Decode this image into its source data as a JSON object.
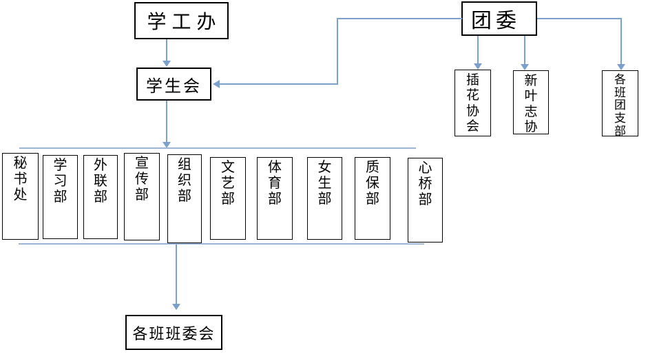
{
  "colors": {
    "line": "#7ba0ce",
    "bus": "#9cb5d5",
    "border": "#000000",
    "background": "#ffffff"
  },
  "nodes": {
    "student_affairs_office": "学工办",
    "student_union": "学生会",
    "youth_league_committee": "团委",
    "class_committees": "各班班委会"
  },
  "league_orgs": [
    {
      "label": "插花协会"
    },
    {
      "label": "新叶志协"
    },
    {
      "label": "各班团支部"
    }
  ],
  "departments": [
    {
      "label": "秘书处"
    },
    {
      "label": "学习部"
    },
    {
      "label": "外联部"
    },
    {
      "label": "宣传部"
    },
    {
      "label": "组织部"
    },
    {
      "label": "文艺部"
    },
    {
      "label": "体育部"
    },
    {
      "label": "女生部"
    },
    {
      "label": "质保部"
    },
    {
      "label": "心桥部"
    }
  ],
  "edges": [
    {
      "from": "学工办",
      "to": "学生会"
    },
    {
      "from": "团委",
      "to": "学生会"
    },
    {
      "from": "团委",
      "to": "插花协会"
    },
    {
      "from": "团委",
      "to": "新叶志协"
    },
    {
      "from": "团委",
      "to": "各班团支部"
    },
    {
      "from": "学生会",
      "to": "各部门（秘书处至心桥部）"
    },
    {
      "from": "各部门",
      "to": "各班班委会"
    }
  ]
}
